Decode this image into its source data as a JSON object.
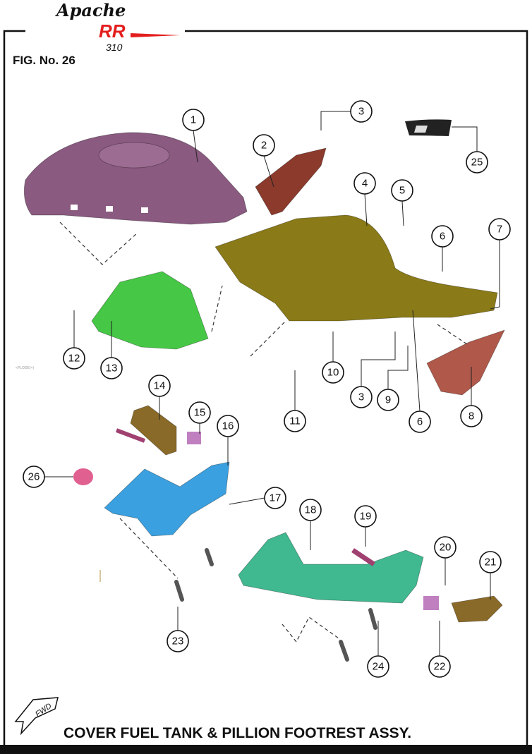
{
  "logo": {
    "brand": "Apache",
    "model": "RR",
    "number": "310"
  },
  "figure_label": "FIG. No. 26",
  "caption": "COVER FUEL TANK & PILLION FOOTREST ASSY.",
  "fwd_label": "FWD",
  "explode_note": "<PLODE(+)",
  "callouts": [
    "1",
    "2",
    "3",
    "25",
    "4",
    "5",
    "6",
    "7",
    "12",
    "13",
    "10",
    "3",
    "9",
    "6",
    "8",
    "11",
    "14",
    "15",
    "16",
    "26",
    "17",
    "18",
    "19",
    "20",
    "21",
    "23",
    "24",
    "22"
  ],
  "colors": {
    "tank_cover": "#8a5a80",
    "side_cover_red": "#8b3a2c",
    "main_cover": "#8a7a18",
    "green_part": "#46c846",
    "right_panel": "#b0584a",
    "footrest": "#8a6a28",
    "bracket_blue": "#3aa0e0",
    "bracket_teal": "#40b890",
    "rubber_pink": "#e06090"
  }
}
